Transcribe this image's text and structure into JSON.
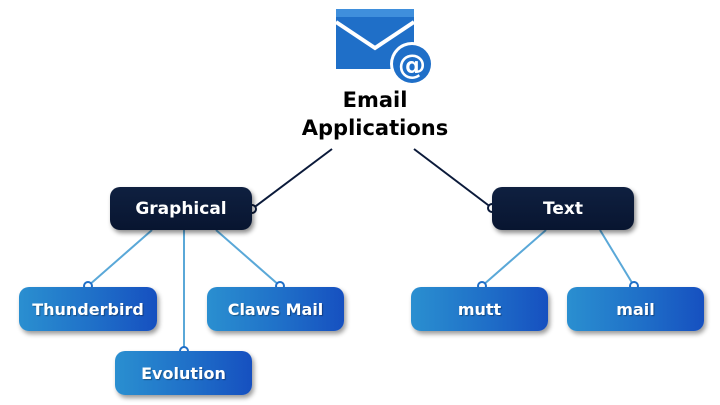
{
  "root": {
    "title_line1": "Email",
    "title_line2": "Applications",
    "icon": "email-at-icon"
  },
  "categories": [
    {
      "label": "Graphical",
      "children": [
        "Thunderbird",
        "Evolution",
        "Claws Mail"
      ]
    },
    {
      "label": "Text",
      "children": [
        "mutt",
        "mail"
      ]
    }
  ],
  "colors": {
    "category_bg": "#0b1a3a",
    "leaf_gradient_start": "#2a8fd0",
    "leaf_gradient_end": "#1650c0",
    "root_connector": "#0b1a3a",
    "leaf_connector": "#5aa8d8",
    "envelope": "#1f6fc8"
  }
}
